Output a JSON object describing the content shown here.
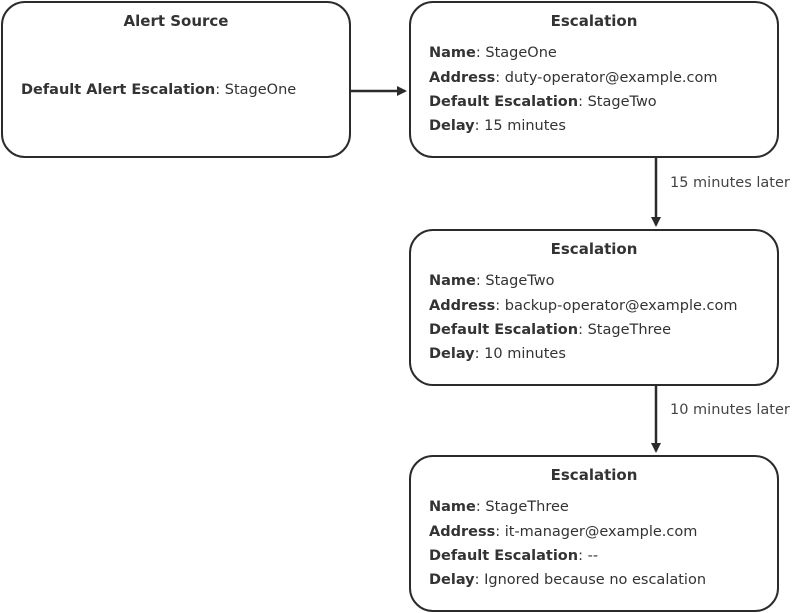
{
  "source": {
    "title": "Alert Source",
    "field_key": "Default Alert Escalation",
    "field_val": "StageOne"
  },
  "separator": ": ",
  "escalations": [
    {
      "title": "Escalation",
      "name_key": "Name",
      "name_val": "StageOne",
      "address_key": "Address",
      "address_val": "duty-operator@example.com",
      "default_key": "Default Escalation",
      "default_val": "StageTwo",
      "delay_key": "Delay",
      "delay_val": "15 minutes"
    },
    {
      "title": "Escalation",
      "name_key": "Name",
      "name_val": "StageTwo",
      "address_key": "Address",
      "address_val": "backup-operator@example.com",
      "default_key": "Default Escalation",
      "default_val": "StageThree",
      "delay_key": "Delay",
      "delay_val": "10 minutes"
    },
    {
      "title": "Escalation",
      "name_key": "Name",
      "name_val": "StageThree",
      "address_key": "Address",
      "address_val": "it-manager@example.com",
      "default_key": "Default Escalation",
      "default_val": "--",
      "delay_key": "Delay",
      "delay_val": "Ignored because no escalation"
    }
  ],
  "edge_labels": [
    "15 minutes later",
    "10 minutes later"
  ],
  "colors": {
    "stroke": "#2b2b2b",
    "text": "#333333"
  }
}
